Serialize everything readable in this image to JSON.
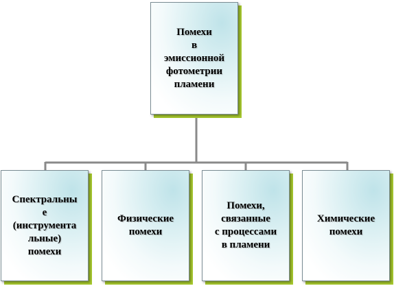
{
  "diagram": {
    "root": {
      "label": "Помехи\nв\nэмиссионной\nфотометрии\nпламени"
    },
    "children": [
      {
        "label": "Спектральны\nе\n(инструмента\nльные)\nпомехи"
      },
      {
        "label": "Физические\nпомехи"
      },
      {
        "label": "Помехи,\nсвязанные\nс процессами\nв пламени"
      },
      {
        "label": "Химические\nпомехи"
      }
    ]
  },
  "colors": {
    "frame_accent": "#a6c82e",
    "connector": "#8a8a8a",
    "card_tint": "#bfe3e9"
  }
}
